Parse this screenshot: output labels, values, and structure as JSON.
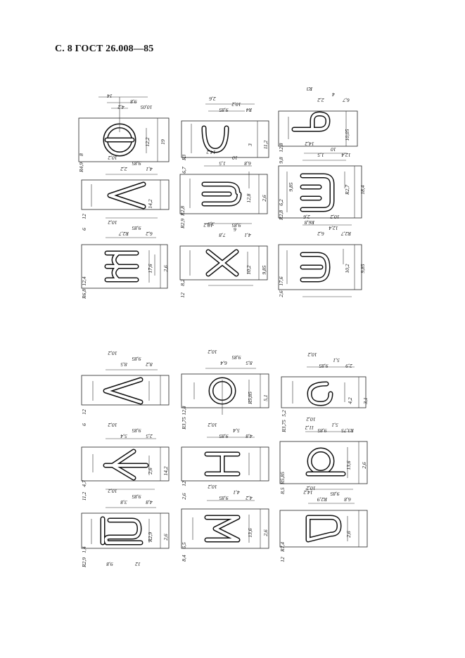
{
  "header": {
    "text": "С. 8 ГОСТ 26.008—85"
  },
  "panels": [
    {
      "labels": [
        "14",
        "9,8",
        "4,2",
        "10,05",
        "8",
        "R4,9",
        "12,2",
        "19"
      ]
    },
    {
      "labels": [
        "2,6",
        "10,2",
        "9,85",
        "R4",
        "R3",
        "6,7",
        "3",
        "11,2"
      ]
    },
    {
      "labels": [
        "R3",
        "4",
        "2,2",
        "6,7",
        "12,8",
        "9,8",
        "10,05"
      ]
    },
    {
      "labels": [
        "10,2",
        "9,85",
        "2,2",
        "4,1",
        "12",
        "6",
        "14,2"
      ]
    },
    {
      "labels": [
        "14,2",
        "10",
        "1,5",
        "6,8",
        "R2,8",
        "R2,9",
        "12,8",
        "2,6",
        "10,2",
        "9,85"
      ]
    },
    {
      "labels": [
        "14,2",
        "10",
        "1,5",
        "12,4",
        "6,2",
        "R2,8",
        "R2,7",
        "18,4",
        "2,6",
        "10,2",
        "9,85"
      ]
    },
    {
      "labels": [
        "10,2",
        "9,85",
        "R2,7",
        "6,2",
        "12,4",
        "R6,8",
        "17,6",
        "2,6"
      ]
    },
    {
      "labels": [
        "3,9",
        "6",
        "7,8",
        "4,1",
        "8,2",
        "12",
        "10,2",
        "9,85"
      ]
    },
    {
      "labels": [
        "R6,8",
        "12,4",
        "6,2",
        "R2,7",
        "17,6",
        "2,6",
        "10,2",
        "9,85"
      ]
    },
    {
      "labels": [
        "10,2",
        "9,85",
        "8,5",
        "8,2",
        "12",
        "6"
      ]
    },
    {
      "labels": [
        "10,2",
        "9,85",
        "6,4",
        "8,5",
        "12,8",
        "R3,75",
        "R5,85",
        "5,1"
      ]
    },
    {
      "labels": [
        "10,2",
        "5,1",
        "9,85",
        "2,9",
        "5,2",
        "R3,75",
        "4,2",
        "3,1",
        "11,2"
      ]
    },
    {
      "labels": [
        "10,2",
        "9,85",
        "5,4",
        "2,5",
        "4,7",
        "11,2",
        "2,6",
        "14,2"
      ]
    },
    {
      "labels": [
        "10,2",
        "5,4",
        "9,85",
        "4,8",
        "12",
        "2,6"
      ]
    },
    {
      "labels": [
        "10,2",
        "5,1",
        "9,85",
        "R3,75",
        "R5,85",
        "8,5",
        "13,6",
        "2,6",
        "14,2"
      ]
    },
    {
      "labels": [
        "10,2",
        "9,85",
        "3,8",
        "4,8",
        "1,4",
        "R2,9",
        "R2,9",
        "2,6",
        "9,8",
        "12"
      ]
    },
    {
      "labels": [
        "10,2",
        "4,1",
        "9,85",
        "4,2",
        "6,5",
        "8,4",
        "13,6",
        "2,6"
      ]
    },
    {
      "labels": [
        "10,2",
        "9,85",
        "R2,9",
        "6,8",
        "R7,4",
        "12",
        "2,6"
      ]
    }
  ]
}
